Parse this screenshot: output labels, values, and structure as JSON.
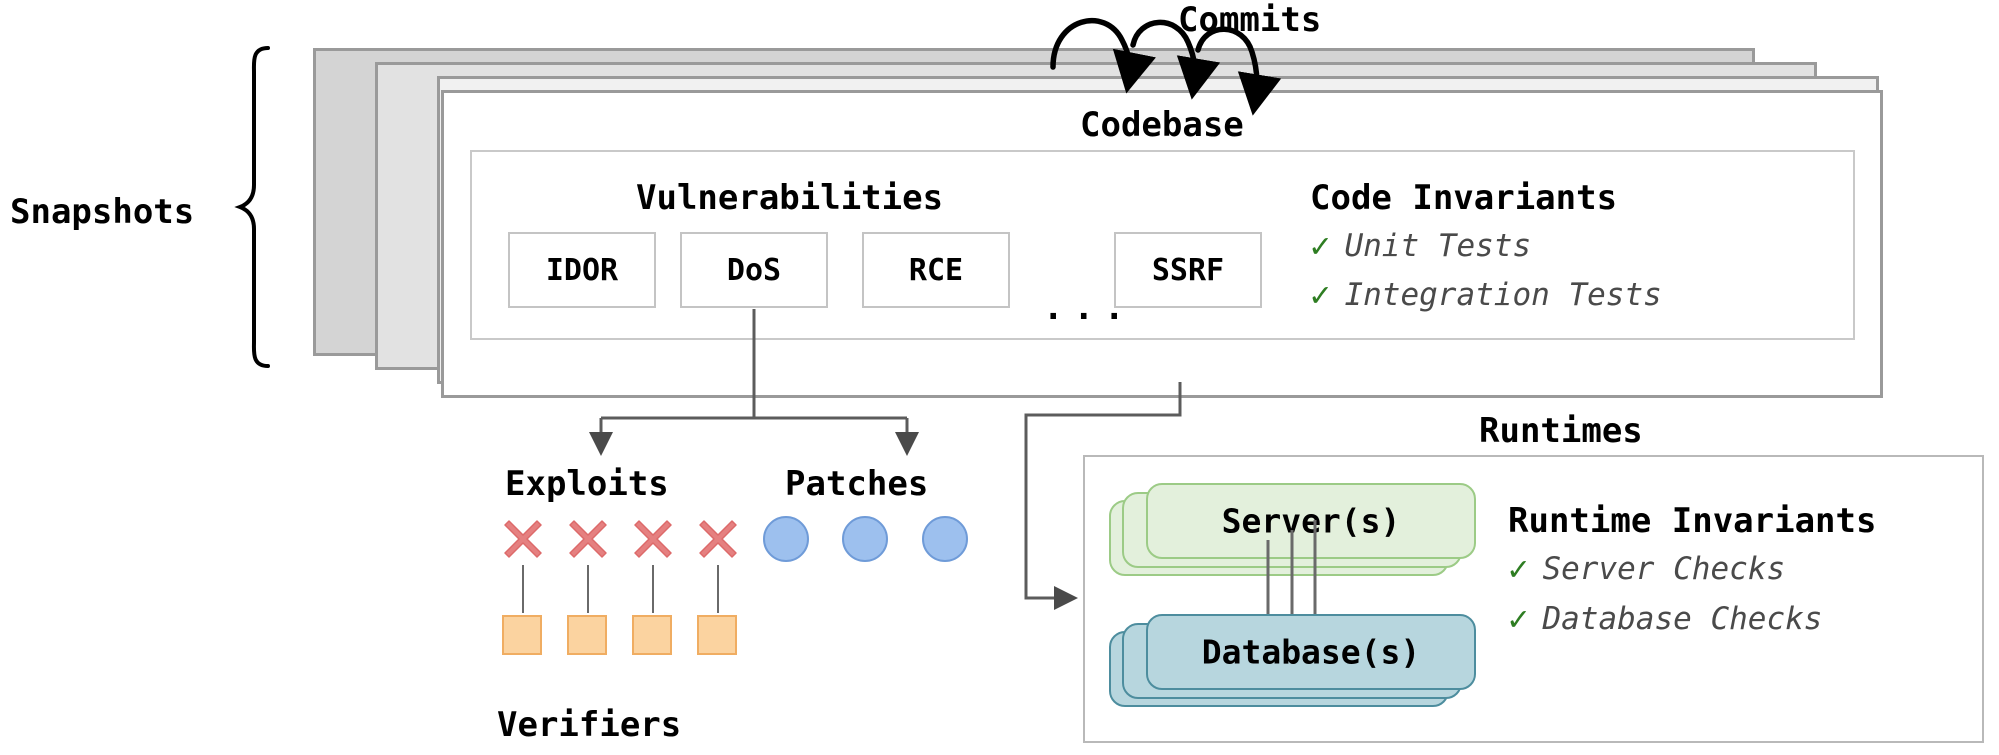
{
  "diagram": {
    "commits_label": "Commits",
    "snapshots_label": "Snapshots",
    "codebase_label": "Codebase",
    "vulnerabilities_label": "Vulnerabilities",
    "vulnerabilities": [
      {
        "name": "IDOR"
      },
      {
        "name": "DoS"
      },
      {
        "name": "RCE"
      },
      {
        "name": "SSRF"
      }
    ],
    "vulnerabilities_ellipsis": "...",
    "code_invariants": {
      "title": "Code Invariants",
      "items": [
        {
          "check": "✓",
          "text": "Unit Tests"
        },
        {
          "check": "✓",
          "text": "Integration Tests"
        }
      ]
    },
    "exploits_label": "Exploits",
    "patches_label": "Patches",
    "verifiers_label": "Verifiers",
    "exploit_count": 4,
    "patch_count": 3,
    "verifier_count": 4,
    "runtimes_label": "Runtimes",
    "server_label": "Server(s)",
    "database_label": "Database(s)",
    "runtime_invariants": {
      "title": "Runtime Invariants",
      "items": [
        {
          "check": "✓",
          "text": "Server Checks"
        },
        {
          "check": "✓",
          "text": "Database Checks"
        }
      ]
    },
    "colors": {
      "exploit_x": "#e58080",
      "patch_circle": "#9dc0ee",
      "verifier_square": "#fbd3a0",
      "server_card": "#e3f0dc",
      "database_card": "#b7d6de",
      "check_green": "#2e7d22",
      "snapshot_border": "#9a9a9a"
    }
  }
}
